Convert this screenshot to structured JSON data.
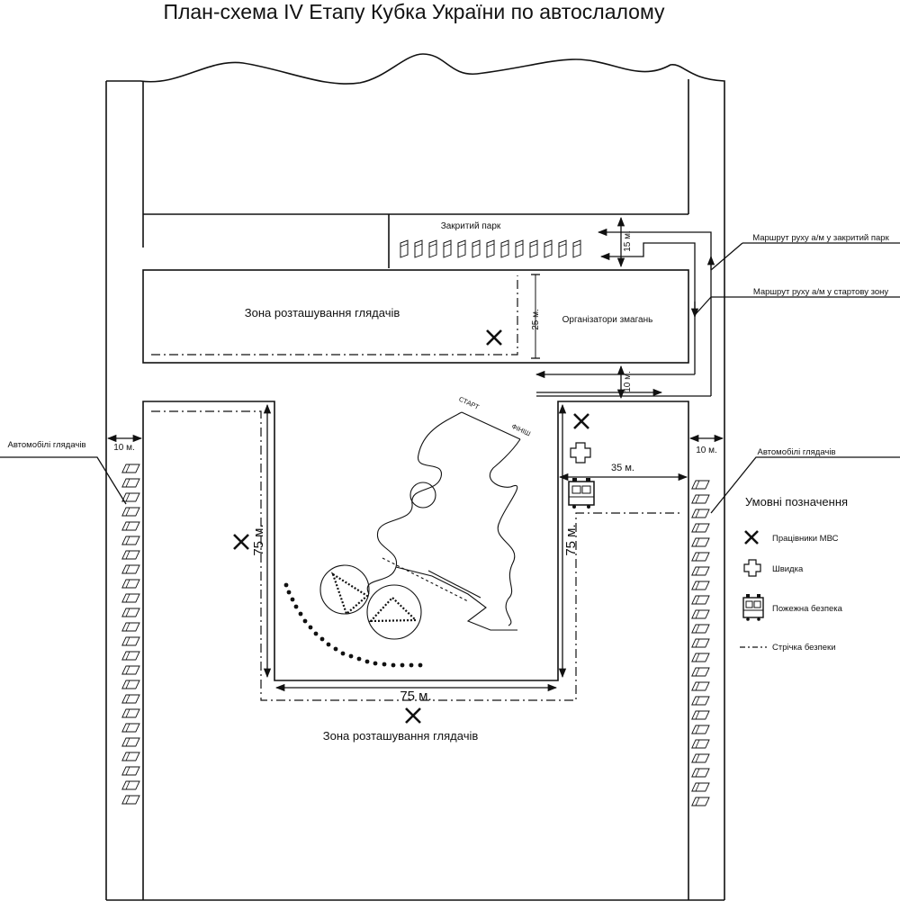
{
  "title": "План-схема IV Етапу Кубка України по автослалому",
  "labels": {
    "closed_park": "Закритий парк",
    "spectator_zone_top": "Зона розташування глядачів",
    "organizers": "Організатори змагань",
    "spectator_zone_bottom": "Зона розташування глядачів",
    "route_closed_park": "Маршрут руху а/м у закритий парк",
    "route_start_zone": "Маршрут руху а/м у стартову зону",
    "spectator_cars_left": "Автомобілі глядачів",
    "spectator_cars_right": "Автомобілі глядачів",
    "start": "СТАРТ",
    "finish": "ФІНІШ"
  },
  "dimensions": {
    "d_15m": "15 м.",
    "d_25m": "25 м.",
    "d_10m_mid": "10 м.",
    "d_10m_left": "10 м.",
    "d_10m_right": "10 м.",
    "d_35m": "35 м.",
    "d_75m_left": "75 м.",
    "d_75m_right": "75 м.",
    "d_75m_bottom": "75 м."
  },
  "legend": {
    "title": "Умовні позначення",
    "items": [
      {
        "icon": "police-cross-icon",
        "label": "Працівники МВС"
      },
      {
        "icon": "ambulance-cross-icon",
        "label": "Швидка"
      },
      {
        "icon": "fire-truck-icon",
        "label": "Пожежна безпека"
      },
      {
        "icon": "dash-dot-line-icon",
        "label": "Стрічка безпеки"
      }
    ]
  }
}
